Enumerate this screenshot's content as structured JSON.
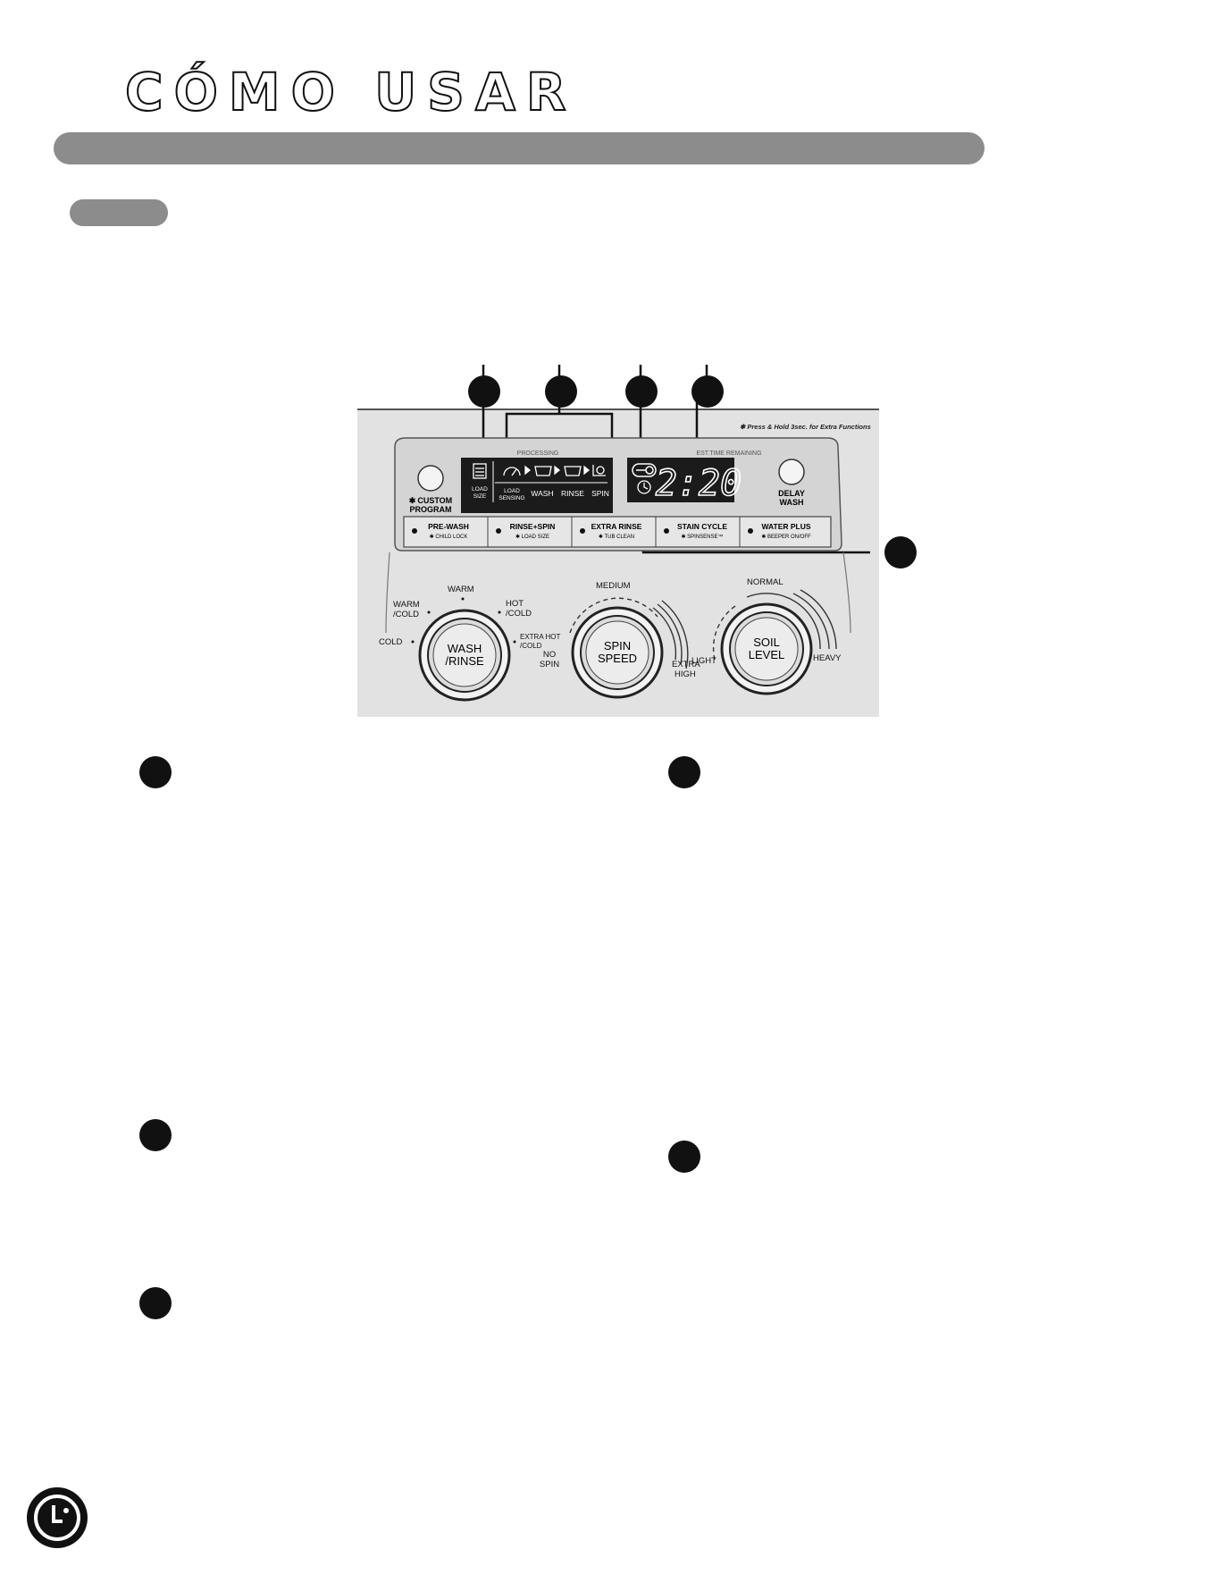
{
  "page": {
    "title": "CÓMO USAR"
  },
  "panel": {
    "top_note": "✱ Press & Hold 3sec. for Extra Functions",
    "processing_label": "PROCESSING",
    "est_time_label": "EST.TIME REMAINING",
    "time_display": "2:20",
    "custom_program": {
      "star": "✱",
      "line1": "CUSTOM",
      "line2": "PROGRAM"
    },
    "delay_wash": {
      "line1": "DELAY",
      "line2": "WASH"
    },
    "load_size": {
      "line1": "LOAD",
      "line2": "SIZE"
    },
    "stages": [
      {
        "line1": "LOAD",
        "line2": "SENSING"
      },
      {
        "line1": "WASH",
        "line2": ""
      },
      {
        "line1": "RINSE",
        "line2": ""
      },
      {
        "line1": "SPIN",
        "line2": ""
      }
    ],
    "option_buttons": [
      {
        "label": "PRE-WASH",
        "sub": "✱ CHILD LOCK"
      },
      {
        "label": "RINSE+SPIN",
        "sub": "✱ LOAD SIZE"
      },
      {
        "label": "EXTRA RINSE",
        "sub": "✱ TUB CLEAN"
      },
      {
        "label": "STAIN CYCLE",
        "sub": "✱ SPINSENSE™"
      },
      {
        "label": "WATER PLUS",
        "sub": "✱ BEEPER ON/OFF"
      }
    ],
    "dials": {
      "wash_rinse": {
        "center_line1": "WASH",
        "center_line2": "/RINSE",
        "cold": "COLD",
        "warm_cold_1": "WARM",
        "warm_cold_2": "/COLD",
        "warm": "WARM",
        "hot_cold_1": "HOT",
        "hot_cold_2": "/COLD",
        "extra_hot_1": "EXTRA HOT",
        "extra_hot_2": "/COLD"
      },
      "spin_speed": {
        "center_line1": "SPIN",
        "center_line2": "SPEED",
        "no_spin_1": "NO",
        "no_spin_2": "SPIN",
        "medium": "MEDIUM",
        "extra_high_1": "EXTRA",
        "extra_high_2": "HIGH"
      },
      "soil_level": {
        "center_line1": "SOIL",
        "center_line2": "LEVEL",
        "light": "LIGHT",
        "normal": "NORMAL",
        "heavy": "HEAVY"
      }
    }
  },
  "logo": {
    "text": "LG"
  }
}
